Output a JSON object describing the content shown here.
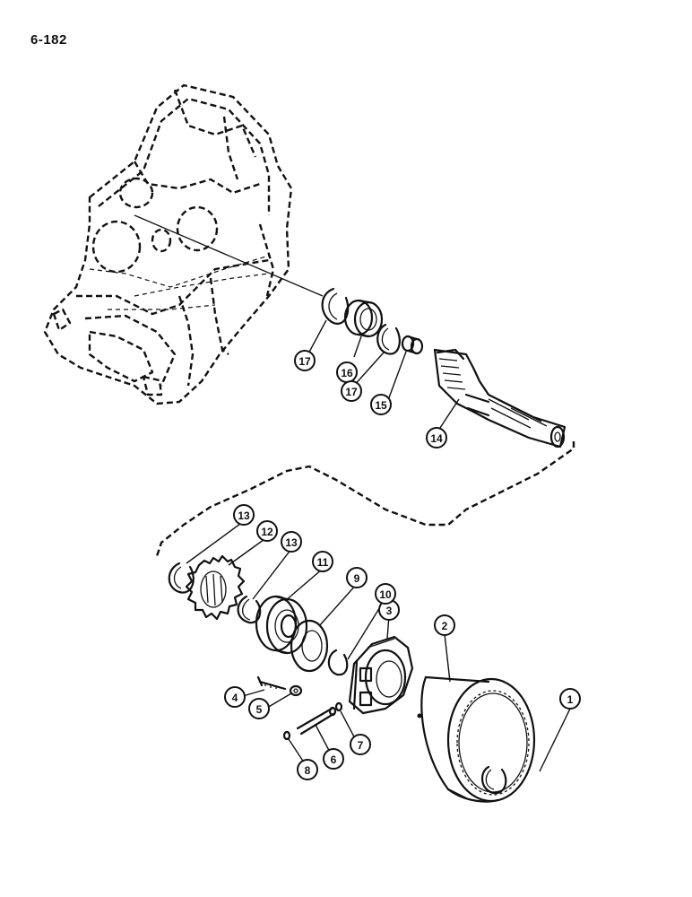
{
  "page": {
    "number": "6-182"
  },
  "callouts": [
    {
      "id": "1",
      "label": "1"
    },
    {
      "id": "2",
      "label": "2"
    },
    {
      "id": "3",
      "label": "3"
    },
    {
      "id": "4",
      "label": "4"
    },
    {
      "id": "5",
      "label": "5"
    },
    {
      "id": "6",
      "label": "6"
    },
    {
      "id": "7",
      "label": "7"
    },
    {
      "id": "8",
      "label": "8"
    },
    {
      "id": "9",
      "label": "9"
    },
    {
      "id": "10",
      "label": "10"
    },
    {
      "id": "11",
      "label": "11"
    },
    {
      "id": "12",
      "label": "12"
    },
    {
      "id": "13a",
      "label": "13"
    },
    {
      "id": "13b",
      "label": "13"
    },
    {
      "id": "14",
      "label": "14"
    },
    {
      "id": "15",
      "label": "15"
    },
    {
      "id": "16",
      "label": "16"
    },
    {
      "id": "17a",
      "label": "17"
    },
    {
      "id": "17b",
      "label": "17"
    }
  ]
}
